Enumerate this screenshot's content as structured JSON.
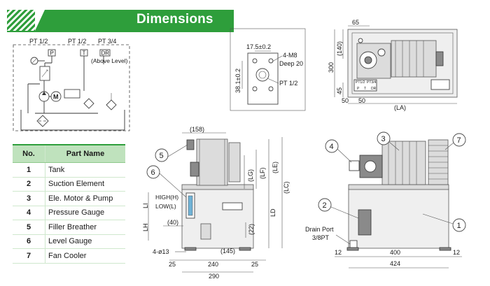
{
  "header": {
    "title": "Dimensions"
  },
  "colors": {
    "accent": "#2e9e3b",
    "table_header": "#bfe2bd"
  },
  "parts_table": {
    "col_no": "No.",
    "col_name": "Part Name",
    "rows": [
      {
        "no": "1",
        "name": "Tank"
      },
      {
        "no": "2",
        "name": "Suction Element"
      },
      {
        "no": "3",
        "name": "Ele. Motor & Pump"
      },
      {
        "no": "4",
        "name": "Pressure Gauge"
      },
      {
        "no": "5",
        "name": "Filler Breather"
      },
      {
        "no": "6",
        "name": "Level Gauge"
      },
      {
        "no": "7",
        "name": "Fan Cooler"
      }
    ]
  },
  "schematic": {
    "port_p": "PT 1/2",
    "port_t": "PT 1/2",
    "port_dr": "PT 3/4",
    "box_p": "P",
    "box_t": "T",
    "box_dr": "DR",
    "note": "(Above Level)",
    "motor": "M"
  },
  "manifold": {
    "dim_top": "17.5±0.2",
    "dim_side": "38.1±0.2",
    "bolt": "4-M8",
    "depth": "Deep 20",
    "port": "PT 1/2"
  },
  "top_view": {
    "dim_65": "65",
    "dim_140": "(140)",
    "dim_300": "300",
    "dim_45": "45",
    "dim_50a": "50",
    "dim_50b": "50",
    "dim_la": "(LA)",
    "port_a": "PT1/2",
    "port_b": "PT3/4",
    "lbl_p": "P",
    "lbl_t": "T",
    "lbl_dr": "DR"
  },
  "side_view": {
    "dim_158": "(158)",
    "dim_lg": "(LG)",
    "dim_lf": "(LF)",
    "dim_le": "(LE)",
    "dim_lc": "(LC)",
    "dim_ld": "LD",
    "dim_li": "LI",
    "dim_lh": "LH",
    "high": "HIGH(H)",
    "low": "LOW(L)",
    "dim_40": "(40)",
    "dim_22": "(22)",
    "holes": "4-ø13",
    "dim_145": "(145)",
    "dim_25a": "25",
    "dim_240": "240",
    "dim_25b": "25",
    "dim_290": "290",
    "callout_5": "5",
    "callout_6": "6"
  },
  "front_view": {
    "callout_1": "1",
    "callout_2": "2",
    "callout_3": "3",
    "callout_4": "4",
    "callout_7": "7",
    "drain": "Drain Port",
    "drain_size": "3/8PT",
    "dim_12a": "12",
    "dim_400": "400",
    "dim_12b": "12",
    "dim_424": "424"
  }
}
